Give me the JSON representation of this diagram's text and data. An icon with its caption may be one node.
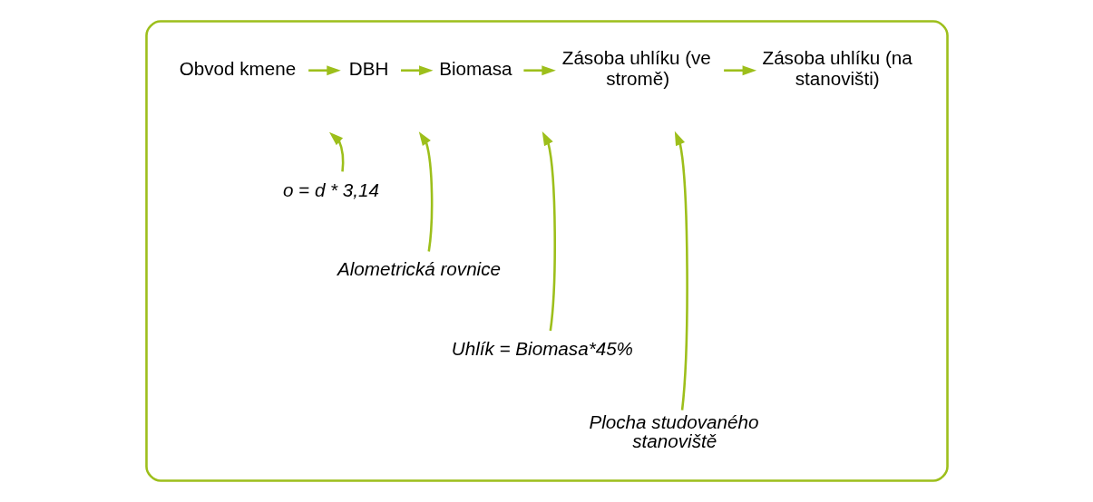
{
  "diagram": {
    "nodes": [
      {
        "text": [],
        "shape": "box"
      },
      {
        "text": [
          "Obvod kmene"
        ],
        "in": 0
      },
      {
        "text": [
          "DBH"
        ],
        "in": 0
      },
      {
        "text": [
          "Biomasa"
        ],
        "in": 0
      },
      {
        "text": [
          "Zásoba uhlíku (ve stromě)"
        ],
        "in": 0
      },
      {
        "text": [
          "Zásoba uhlíku (na stanovišti)"
        ],
        "in": 0
      },
      {
        "text": [
          "o = d * 3,14"
        ],
        "in": 0
      },
      {
        "text": [
          "Alometrická rovnice"
        ],
        "in": 0
      },
      {
        "text": [
          "Uhlík = Biomasa*45%"
        ],
        "in": 0
      },
      {
        "text": [
          "Plocha studovaného stanoviště"
        ],
        "in": 0
      }
    ],
    "edges": [
      {
        "from": 1,
        "to": 2,
        "arrow": "to"
      },
      {
        "from": 2,
        "to": 3,
        "arrow": "to"
      },
      {
        "from": 3,
        "to": 4,
        "arrow": "to"
      },
      {
        "from": 4,
        "to": 5,
        "arrow": "to"
      },
      {
        "from": 6,
        "to": null,
        "arrow": "to"
      },
      {
        "from": 7,
        "to": null,
        "arrow": "to"
      },
      {
        "from": 8,
        "to": null,
        "arrow": "to"
      },
      {
        "from": 9,
        "to": null,
        "arrow": "to"
      }
    ]
  }
}
